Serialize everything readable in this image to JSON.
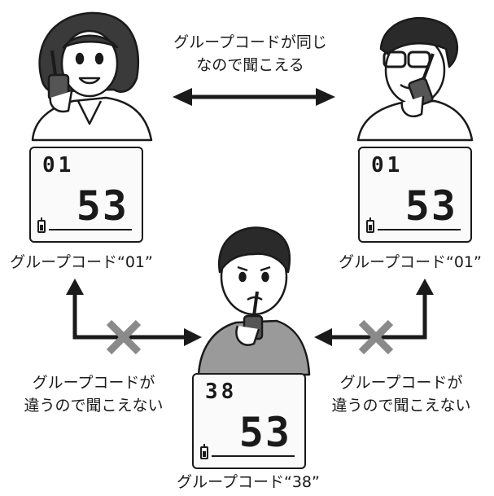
{
  "top_caption": {
    "line1": "グループコードが同じ",
    "line2": "なので聞こえる"
  },
  "displays": {
    "left": {
      "channel": "01",
      "code": "53",
      "label": "グループコード“01”"
    },
    "right": {
      "channel": "01",
      "code": "53",
      "label": "グループコード“01”"
    },
    "bottom": {
      "channel": "38",
      "code": "53",
      "label": "グループコード“38”"
    }
  },
  "left_caption": {
    "line1": "グループコードが",
    "line2": "違うので聞こえない"
  },
  "right_caption": {
    "line1": "グループコードが",
    "line2": "違うので聞こえない"
  },
  "colors": {
    "ink": "#1a1a1a",
    "cross": "#8a8a8a"
  }
}
